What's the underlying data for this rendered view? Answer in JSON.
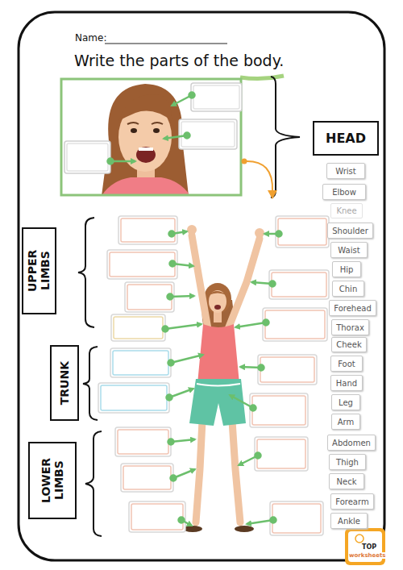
{
  "diagram": {
    "title": "Write the parts of the body.",
    "nodes": [
      {
        "text": [
          "HEAD"
        ]
      },
      {
        "text": [
          "UPPER LIMBS"
        ]
      },
      {
        "text": [
          "TRUNK"
        ]
      },
      {
        "text": [
          "LOWER LIMBS"
        ]
      },
      {
        "text": [
          "Wrist"
        ]
      },
      {
        "text": [
          "Elbow"
        ]
      },
      {
        "text": [
          "Knee"
        ]
      },
      {
        "text": [
          "Shoulder"
        ]
      },
      {
        "text": [
          "Waist"
        ]
      },
      {
        "text": [
          "Hip"
        ]
      },
      {
        "text": [
          "Chin"
        ]
      },
      {
        "text": [
          "Forehead"
        ]
      },
      {
        "text": [
          "Thorax"
        ]
      },
      {
        "text": [
          "Cheek"
        ]
      },
      {
        "text": [
          "Foot"
        ]
      },
      {
        "text": [
          "Hand"
        ]
      },
      {
        "text": [
          "Leg"
        ]
      },
      {
        "text": [
          "Arm"
        ]
      },
      {
        "text": [
          "Abdomen"
        ]
      },
      {
        "text": [
          "Thigh"
        ]
      },
      {
        "text": [
          "Neck"
        ]
      },
      {
        "text": [
          "Forearm"
        ]
      },
      {
        "text": [
          "Ankle"
        ]
      }
    ],
    "labels": [
      "Name:",
      "TOP",
      "worksheets"
    ]
  }
}
